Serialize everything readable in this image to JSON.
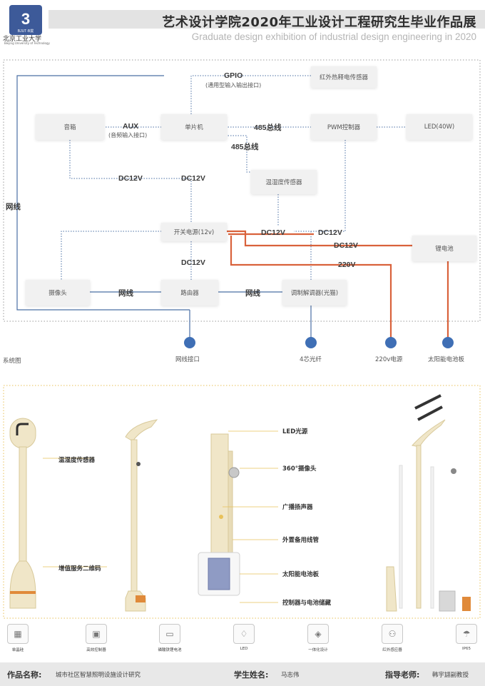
{
  "header": {
    "logo_mark": "3",
    "logo_text": "BJUT·B拢",
    "school_name": "北京工业大学",
    "school_en": "Beijing University of Technology",
    "title_cn": "艺术设计学院2020年工业设计工程研究生毕业作品展",
    "title_en": "Graduate design exhibition of industrial design engineering in 2020"
  },
  "system": {
    "caption": "系统图",
    "nodes": {
      "speaker": "音箱",
      "mcu": "单片机",
      "pwm": "PWM控制器",
      "led": "LED(40W)",
      "pir": "红外热释电传感器",
      "thsensor": "温湿度传感器",
      "psu": "开关电源(12v)",
      "battery": "锂电池",
      "camera": "摄像头",
      "router": "路由器",
      "modem": "调制解调器(光猫)"
    },
    "labels": {
      "gpio": "GPIO",
      "gpio_sub": "(通用型输入输出接口)",
      "aux": "AUX",
      "aux_sub": "(音频输入接口)",
      "bus485_a": "485总线",
      "bus485_b": "485总线",
      "dc12v_a": "DC12V",
      "dc12v_b": "DC12V",
      "dc12v_c": "DC12V",
      "dc12v_d": "DC12V",
      "dc12v_e": "DC12V",
      "dc12v_f": "DC12V",
      "v220": "220V",
      "net_left": "网线",
      "net_a": "网线",
      "net_b": "网线"
    },
    "ports": [
      "网线接口",
      "4芯光纤",
      "220v电源",
      "太阳能电池板"
    ],
    "colors": {
      "blue": "#4a6fa5",
      "orange": "#d9623b",
      "port": "#3f6fb5"
    }
  },
  "product": {
    "callouts_left": [
      "温湿度传感器",
      "增值服务二维码"
    ],
    "callouts_right": [
      "LED光源",
      "360°摄像头",
      "广播扬声器",
      "外置备用线管",
      "太阳能电池板",
      "控制器与电池储藏"
    ],
    "features": [
      {
        "icon": "modular-icon",
        "glyph": "▦",
        "label": "单晶硅"
      },
      {
        "icon": "controller-icon",
        "glyph": "▣",
        "label": "高效控制器"
      },
      {
        "icon": "battery-icon",
        "glyph": "▭",
        "label": "磷酸铁锂电池"
      },
      {
        "icon": "led-icon",
        "glyph": "♢",
        "label": "LED"
      },
      {
        "icon": "integrated-icon",
        "glyph": "◈",
        "label": "一体化设计"
      },
      {
        "icon": "infrared-icon",
        "glyph": "⚇",
        "label": "红外感应器"
      },
      {
        "icon": "ip65-icon",
        "glyph": "☂",
        "label": "IP65"
      }
    ],
    "accent": "#e8c15a"
  },
  "footer": {
    "work_label": "作品名称:",
    "work_value": "城市社区智慧照明设施设计研究",
    "student_label": "学生姓名:",
    "student_value": "马志伟",
    "advisor_label": "指导老师:",
    "advisor_value": "韩宇翃副教授"
  }
}
